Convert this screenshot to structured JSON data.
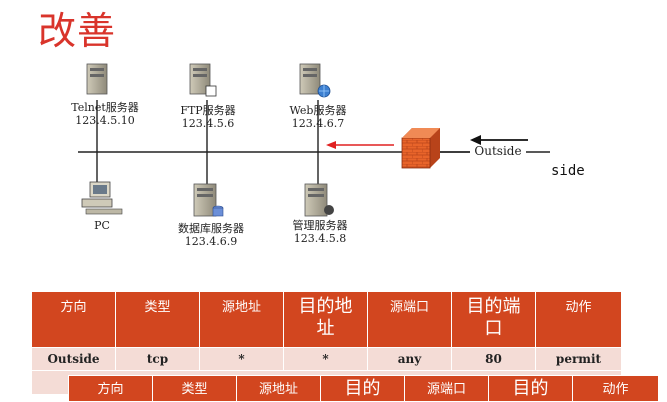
{
  "title": "改善",
  "nodes": [
    {
      "name": "Telnet服务器",
      "ip": "123.4.5.10",
      "icon": "server-icon"
    },
    {
      "name": "FTP服务器",
      "ip": "123.4.5.6",
      "icon": "server-icon"
    },
    {
      "name": "Web服务器",
      "ip": "123.4.6.7",
      "icon": "server-icon"
    },
    {
      "name": "PC",
      "ip": "",
      "icon": "pc-icon"
    },
    {
      "name": "数据库服务器",
      "ip": "123.4.6.9",
      "icon": "server-icon"
    },
    {
      "name": "管理服务器",
      "ip": "123.4.5.8",
      "icon": "server-icon"
    }
  ],
  "outside_label": "Outside",
  "side_label": "side",
  "firewall_icon": "firewall-icon",
  "colors": {
    "accent": "#d9342b",
    "table_header": "#d2461f",
    "table_row": "#f4dcd6",
    "arrow_red": "#e02020"
  },
  "table": {
    "headers": [
      "方向",
      "类型",
      "源地址",
      "目的地址",
      "源端口",
      "目的端口",
      "动作"
    ],
    "rows": [
      [
        "Outside",
        "tcp",
        "*",
        "*",
        "any",
        "80",
        "permit"
      ]
    ]
  },
  "table2": {
    "headers": [
      "方向",
      "类型",
      "源地址",
      "目的",
      "源端口",
      "目的",
      "动作"
    ]
  }
}
